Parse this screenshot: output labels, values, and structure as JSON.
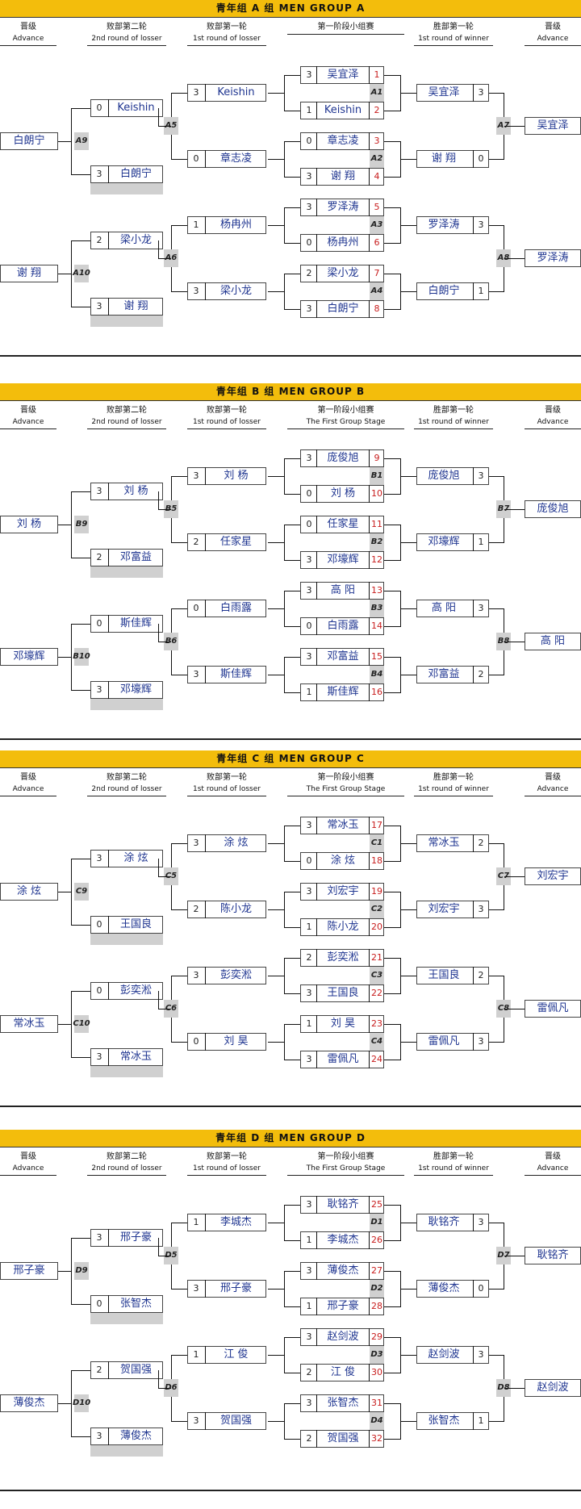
{
  "headers": {
    "advance_cn": "晋级",
    "advance_en": "Advance",
    "loser2_cn": "败部第二轮",
    "loser2_en": "2nd round of losser",
    "loser1_cn": "败部第一轮",
    "loser1_en": "1st round of losser",
    "stage_cn": "第一阶段小组赛",
    "stage_en": "The First Group Stage",
    "winner1_cn": "胜部第一轮",
    "winner1_en": "1st round of winner"
  },
  "groups": [
    {
      "title": "青年组 A 组 MEN GROUP A",
      "show_stage_en": false,
      "matches": [
        {
          "label": "A1",
          "top": {
            "name": "吴宜泽",
            "score": "3",
            "seed": "1"
          },
          "bot": {
            "name": "Keishin",
            "score": "1",
            "seed": "2"
          }
        },
        {
          "label": "A2",
          "top": {
            "name": "章志凌",
            "score": "0",
            "seed": "3"
          },
          "bot": {
            "name": "谢 翔",
            "score": "3",
            "seed": "4"
          }
        },
        {
          "label": "A3",
          "top": {
            "name": "罗泽涛",
            "score": "3",
            "seed": "5"
          },
          "bot": {
            "name": "杨冉州",
            "score": "0",
            "seed": "6"
          }
        },
        {
          "label": "A4",
          "top": {
            "name": "梁小龙",
            "score": "2",
            "seed": "7"
          },
          "bot": {
            "name": "白朗宁",
            "score": "3",
            "seed": "8"
          }
        }
      ],
      "winners": [
        {
          "label": "A7",
          "top": {
            "name": "吴宜泽",
            "score": "3"
          },
          "bot": {
            "name": "谢 翔",
            "score": "0"
          },
          "adv": "吴宜泽"
        },
        {
          "label": "A8",
          "top": {
            "name": "罗泽涛",
            "score": "3"
          },
          "bot": {
            "name": "白朗宁",
            "score": "1"
          },
          "adv": "罗泽涛"
        }
      ],
      "losers1": [
        {
          "label": "A5",
          "top": {
            "name": "Keishin",
            "score": "3"
          },
          "bot": {
            "name": "章志凌",
            "score": "0"
          }
        },
        {
          "label": "A6",
          "top": {
            "name": "杨冉州",
            "score": "1"
          },
          "bot": {
            "name": "梁小龙",
            "score": "3"
          }
        }
      ],
      "losers2": [
        {
          "label": "A9",
          "top": {
            "name": "Keishin",
            "score": "0"
          },
          "bot": {
            "name": "白朗宁",
            "score": "3"
          },
          "adv": "白朗宁"
        },
        {
          "label": "A10",
          "top": {
            "name": "梁小龙",
            "score": "2"
          },
          "bot": {
            "name": "谢 翔",
            "score": "3"
          },
          "adv": "谢 翔"
        }
      ]
    },
    {
      "title": "青年组 B 组 MEN GROUP B",
      "show_stage_en": true,
      "matches": [
        {
          "label": "B1",
          "top": {
            "name": "庞俊旭",
            "score": "3",
            "seed": "9"
          },
          "bot": {
            "name": "刘 杨",
            "score": "0",
            "seed": "10"
          }
        },
        {
          "label": "B2",
          "top": {
            "name": "任家星",
            "score": "0",
            "seed": "11"
          },
          "bot": {
            "name": "邓壕辉",
            "score": "3",
            "seed": "12"
          }
        },
        {
          "label": "B3",
          "top": {
            "name": "高 阳",
            "score": "3",
            "seed": "13"
          },
          "bot": {
            "name": "白雨露",
            "score": "0",
            "seed": "14"
          }
        },
        {
          "label": "B4",
          "top": {
            "name": "邓富益",
            "score": "3",
            "seed": "15"
          },
          "bot": {
            "name": "斯佳辉",
            "score": "1",
            "seed": "16"
          }
        }
      ],
      "winners": [
        {
          "label": "B7",
          "top": {
            "name": "庞俊旭",
            "score": "3"
          },
          "bot": {
            "name": "邓壕辉",
            "score": "1"
          },
          "adv": "庞俊旭"
        },
        {
          "label": "B8",
          "top": {
            "name": "高 阳",
            "score": "3"
          },
          "bot": {
            "name": "邓富益",
            "score": "2"
          },
          "adv": "高 阳"
        }
      ],
      "losers1": [
        {
          "label": "B5",
          "top": {
            "name": "刘 杨",
            "score": "3"
          },
          "bot": {
            "name": "任家星",
            "score": "2"
          }
        },
        {
          "label": "B6",
          "top": {
            "name": "白雨露",
            "score": "0"
          },
          "bot": {
            "name": "斯佳辉",
            "score": "3"
          }
        }
      ],
      "losers2": [
        {
          "label": "B9",
          "top": {
            "name": "刘 杨",
            "score": "3"
          },
          "bot": {
            "name": "邓富益",
            "score": "2"
          },
          "adv": "刘 杨"
        },
        {
          "label": "B10",
          "top": {
            "name": "斯佳辉",
            "score": "0"
          },
          "bot": {
            "name": "邓壕辉",
            "score": "3"
          },
          "adv": "邓壕辉"
        }
      ]
    },
    {
      "title": "青年组 C 组 MEN GROUP C",
      "show_stage_en": true,
      "matches": [
        {
          "label": "C1",
          "top": {
            "name": "常冰玉",
            "score": "3",
            "seed": "17"
          },
          "bot": {
            "name": "涂 炫",
            "score": "0",
            "seed": "18"
          }
        },
        {
          "label": "C2",
          "top": {
            "name": "刘宏宇",
            "score": "3",
            "seed": "19"
          },
          "bot": {
            "name": "陈小龙",
            "score": "1",
            "seed": "20"
          }
        },
        {
          "label": "C3",
          "top": {
            "name": "彭奕淞",
            "score": "2",
            "seed": "21"
          },
          "bot": {
            "name": "王国良",
            "score": "3",
            "seed": "22"
          }
        },
        {
          "label": "C4",
          "top": {
            "name": "刘 昊",
            "score": "1",
            "seed": "23"
          },
          "bot": {
            "name": "雷佩凡",
            "score": "3",
            "seed": "24"
          }
        }
      ],
      "winners": [
        {
          "label": "C7",
          "top": {
            "name": "常冰玉",
            "score": "2"
          },
          "bot": {
            "name": "刘宏宇",
            "score": "3"
          },
          "adv": "刘宏宇"
        },
        {
          "label": "C8",
          "top": {
            "name": "王国良",
            "score": "2"
          },
          "bot": {
            "name": "雷佩凡",
            "score": "3"
          },
          "adv": "雷佩凡"
        }
      ],
      "losers1": [
        {
          "label": "C5",
          "top": {
            "name": "涂 炫",
            "score": "3"
          },
          "bot": {
            "name": "陈小龙",
            "score": "2"
          }
        },
        {
          "label": "C6",
          "top": {
            "name": "彭奕淞",
            "score": "3"
          },
          "bot": {
            "name": "刘 昊",
            "score": "0"
          }
        }
      ],
      "losers2": [
        {
          "label": "C9",
          "top": {
            "name": "涂 炫",
            "score": "3"
          },
          "bot": {
            "name": "王国良",
            "score": "0"
          },
          "adv": "涂 炫"
        },
        {
          "label": "C10",
          "top": {
            "name": "彭奕淞",
            "score": "0"
          },
          "bot": {
            "name": "常冰玉",
            "score": "3"
          },
          "adv": "常冰玉"
        }
      ]
    },
    {
      "title": "青年组 D 组 MEN GROUP D",
      "show_stage_en": true,
      "matches": [
        {
          "label": "D1",
          "top": {
            "name": "耿铭齐",
            "score": "3",
            "seed": "25"
          },
          "bot": {
            "name": "李城杰",
            "score": "1",
            "seed": "26"
          }
        },
        {
          "label": "D2",
          "top": {
            "name": "薄俊杰",
            "score": "3",
            "seed": "27"
          },
          "bot": {
            "name": "邢子豪",
            "score": "1",
            "seed": "28"
          }
        },
        {
          "label": "D3",
          "top": {
            "name": "赵剑波",
            "score": "3",
            "seed": "29"
          },
          "bot": {
            "name": "江 俊",
            "score": "2",
            "seed": "30"
          }
        },
        {
          "label": "D4",
          "top": {
            "name": "张智杰",
            "score": "3",
            "seed": "31"
          },
          "bot": {
            "name": "贺国强",
            "score": "2",
            "seed": "32"
          }
        }
      ],
      "winners": [
        {
          "label": "D7",
          "top": {
            "name": "耿铭齐",
            "score": "3"
          },
          "bot": {
            "name": "薄俊杰",
            "score": "0"
          },
          "adv": "耿铭齐"
        },
        {
          "label": "D8",
          "top": {
            "name": "赵剑波",
            "score": "3"
          },
          "bot": {
            "name": "张智杰",
            "score": "1"
          },
          "adv": "赵剑波"
        }
      ],
      "losers1": [
        {
          "label": "D5",
          "top": {
            "name": "李城杰",
            "score": "1"
          },
          "bot": {
            "name": "邢子豪",
            "score": "3"
          }
        },
        {
          "label": "D6",
          "top": {
            "name": "江 俊",
            "score": "1"
          },
          "bot": {
            "name": "贺国强",
            "score": "3"
          }
        }
      ],
      "losers2": [
        {
          "label": "D9",
          "top": {
            "name": "邢子豪",
            "score": "3"
          },
          "bot": {
            "name": "张智杰",
            "score": "0"
          },
          "adv": "邢子豪"
        },
        {
          "label": "D10",
          "top": {
            "name": "贺国强",
            "score": "2"
          },
          "bot": {
            "name": "薄俊杰",
            "score": "3"
          },
          "adv": "薄俊杰"
        }
      ]
    }
  ]
}
